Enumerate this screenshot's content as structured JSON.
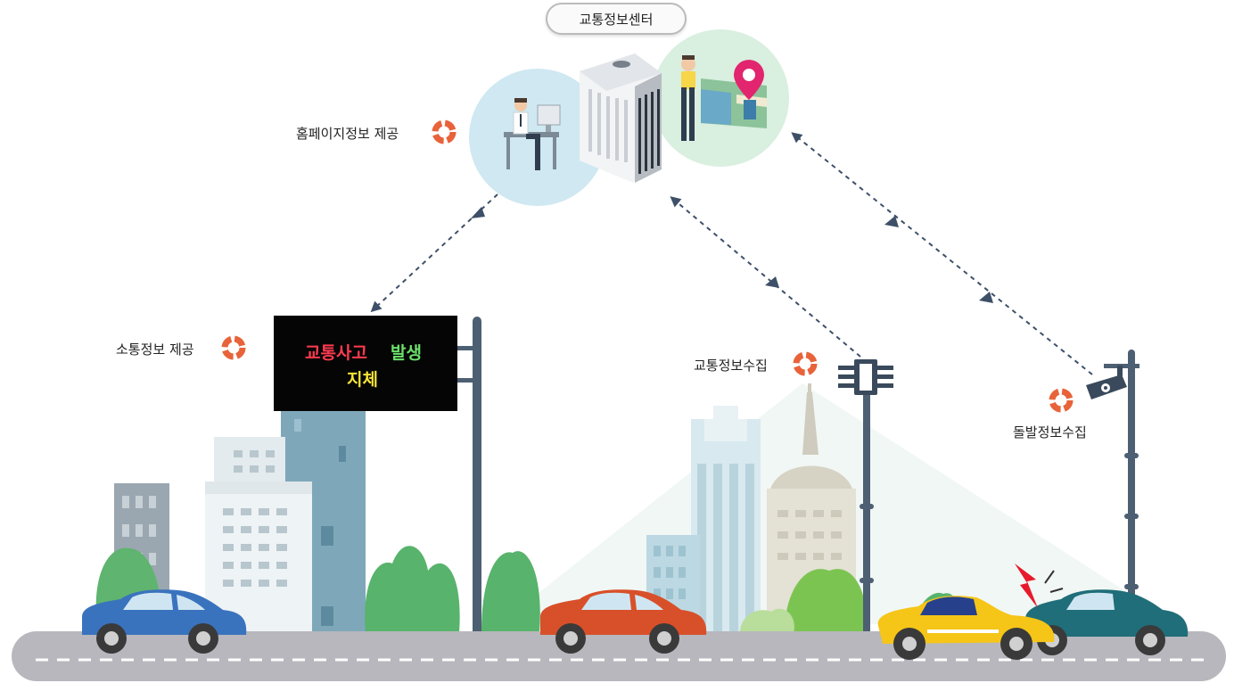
{
  "center": {
    "title": "교통정보센터"
  },
  "labels": {
    "homepage": "홈페이지정보 제공",
    "sotong": "소통정보 제공",
    "collect": "교통정보수집",
    "incident": "돌발정보수집"
  },
  "vms": {
    "line1_part1": "교통사고",
    "line1_part2": "발생",
    "line2": "지체"
  },
  "colors": {
    "accent": "#e8633a",
    "vms_red": "#ff3b50",
    "vms_green": "#6be06b",
    "vms_yellow": "#f7e23a",
    "arrow": "#3d5068",
    "road": "#b7b7bd"
  }
}
